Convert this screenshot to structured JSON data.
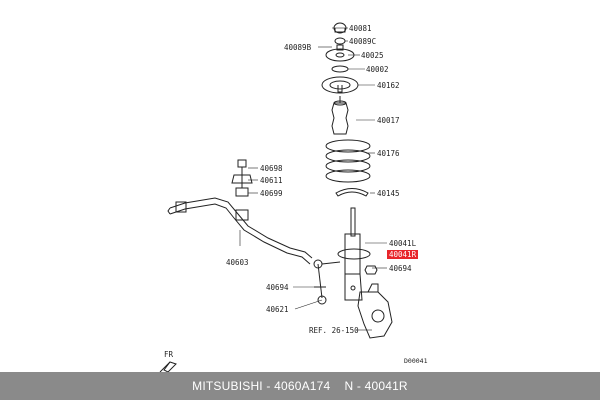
{
  "callouts": [
    "40081",
    "40089C",
    "40089B",
    "40025",
    "40002",
    "40162",
    "40017",
    "40176",
    "40145",
    "40041L",
    "40041R",
    "40694",
    "40694",
    "40621",
    "40698",
    "40611",
    "40699",
    "40603"
  ],
  "highlight_color": "#e8262b",
  "reference": "REF. 26-150",
  "direction": "FR",
  "diagram_code": "D00041",
  "footer": {
    "brand_part": "MITSUBISHI - 4060A174",
    "oem": "N - 40041R",
    "background": "#8a8a8a"
  }
}
